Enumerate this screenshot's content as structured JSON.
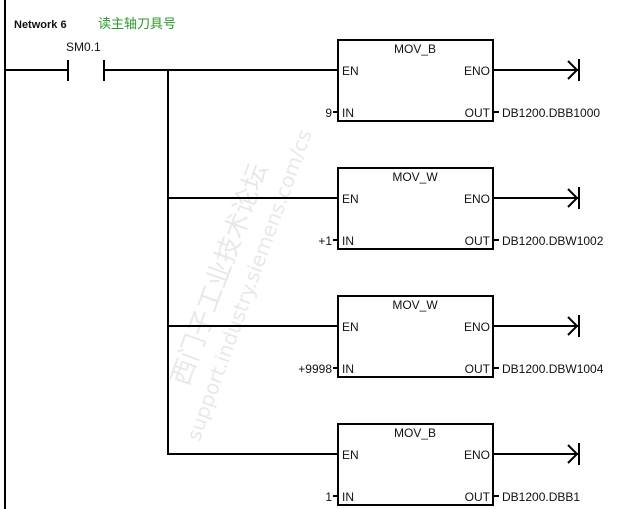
{
  "network": {
    "label": "Network 6",
    "comment": "读主轴刀具号",
    "comment_color": "#2a9a2a"
  },
  "contact": {
    "label": "SM0.1"
  },
  "blocks": [
    {
      "name": "MOV_B",
      "en": "EN",
      "eno": "ENO",
      "in_label": "IN",
      "out_label": "OUT",
      "in_value": "9",
      "out_value": "DB1200.DBB1000"
    },
    {
      "name": "MOV_W",
      "en": "EN",
      "eno": "ENO",
      "in_label": "IN",
      "out_label": "OUT",
      "in_value": "+1",
      "out_value": "DB1200.DBW1002"
    },
    {
      "name": "MOV_W",
      "en": "EN",
      "eno": "ENO",
      "in_label": "IN",
      "out_label": "OUT",
      "in_value": "+9998",
      "out_value": "DB1200.DBW1004"
    },
    {
      "name": "MOV_B",
      "en": "EN",
      "eno": "ENO",
      "in_label": "IN",
      "out_label": "OUT",
      "in_value": "1",
      "out_value": "DB1200.DBB1"
    }
  ],
  "watermark": {
    "line1": "西门子工业技术论坛",
    "line2": "support.industry.siemens.com/cs"
  }
}
